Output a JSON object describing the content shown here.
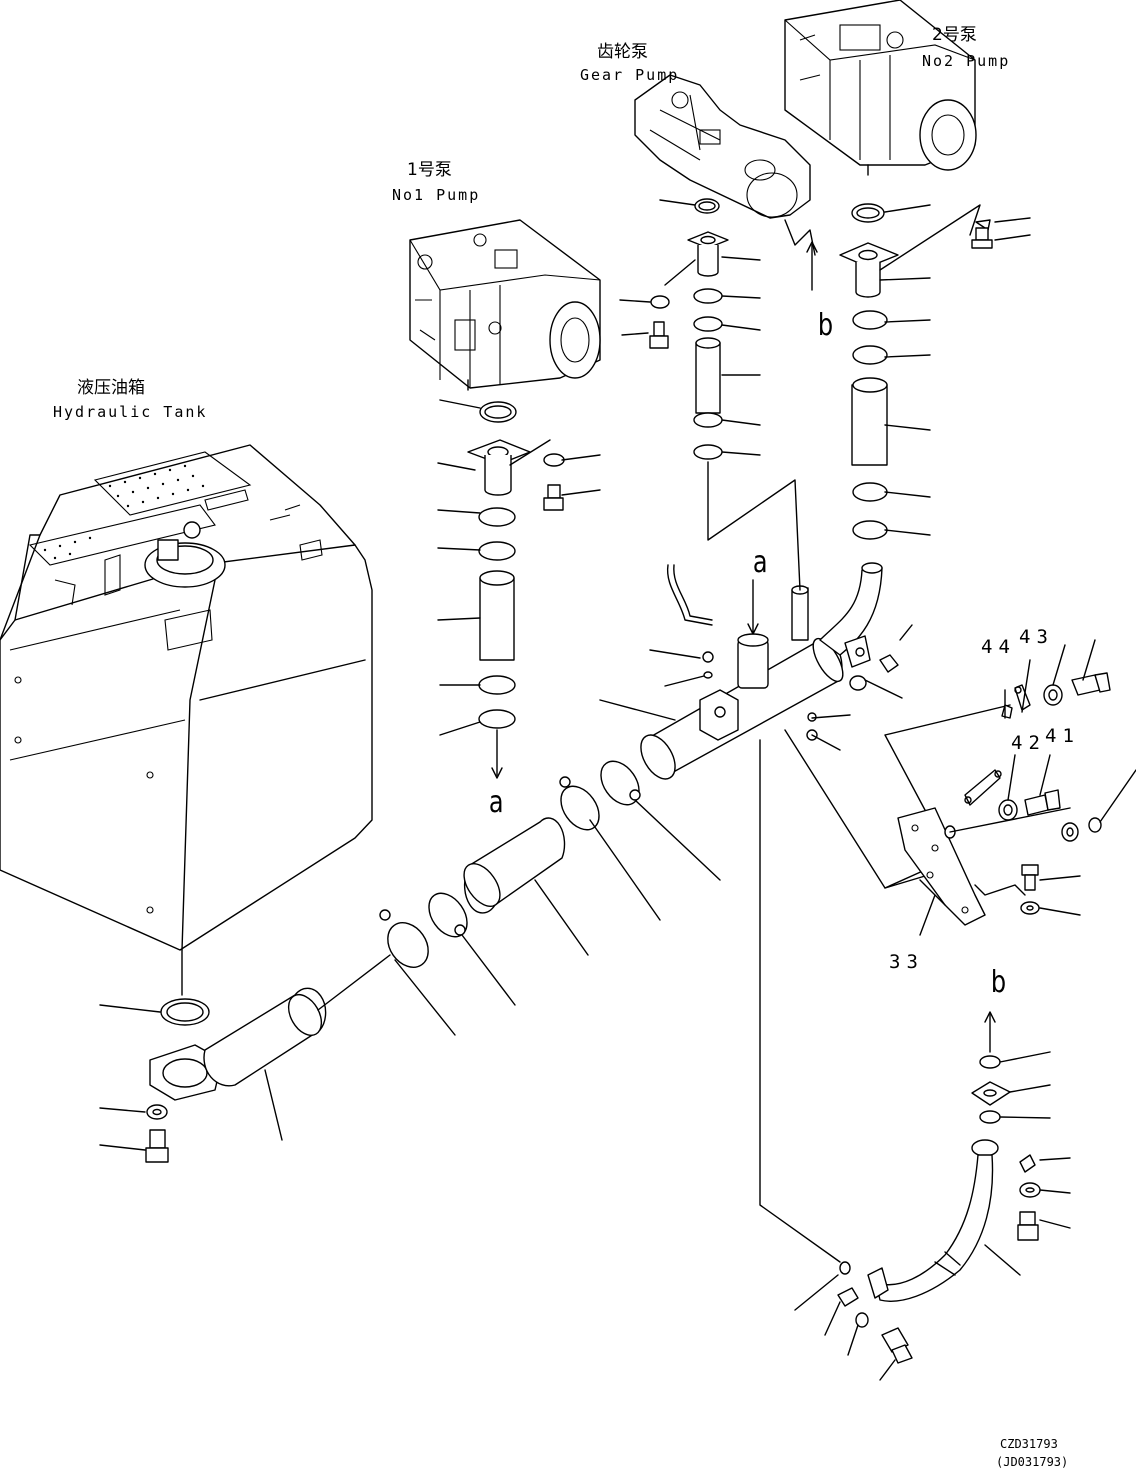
{
  "labels": {
    "hydraulic_tank_cn": "液压油箱",
    "hydraulic_tank_en": "Hydraulic Tank",
    "pump1_cn": "1号泵",
    "pump1_en": "No1 Pump",
    "gear_pump_cn": "齿轮泵",
    "gear_pump_en": "Gear Pump",
    "pump2_cn": "2号泵",
    "pump2_en": "No2 Pump"
  },
  "connectors": {
    "a": "a",
    "b": "b"
  },
  "part_numbers": {
    "p33": "33",
    "p41": "41",
    "p42": "42",
    "p43": "43",
    "p44": "44"
  },
  "footer": {
    "code1": "CZD31793",
    "code2": "(JD031793)"
  }
}
